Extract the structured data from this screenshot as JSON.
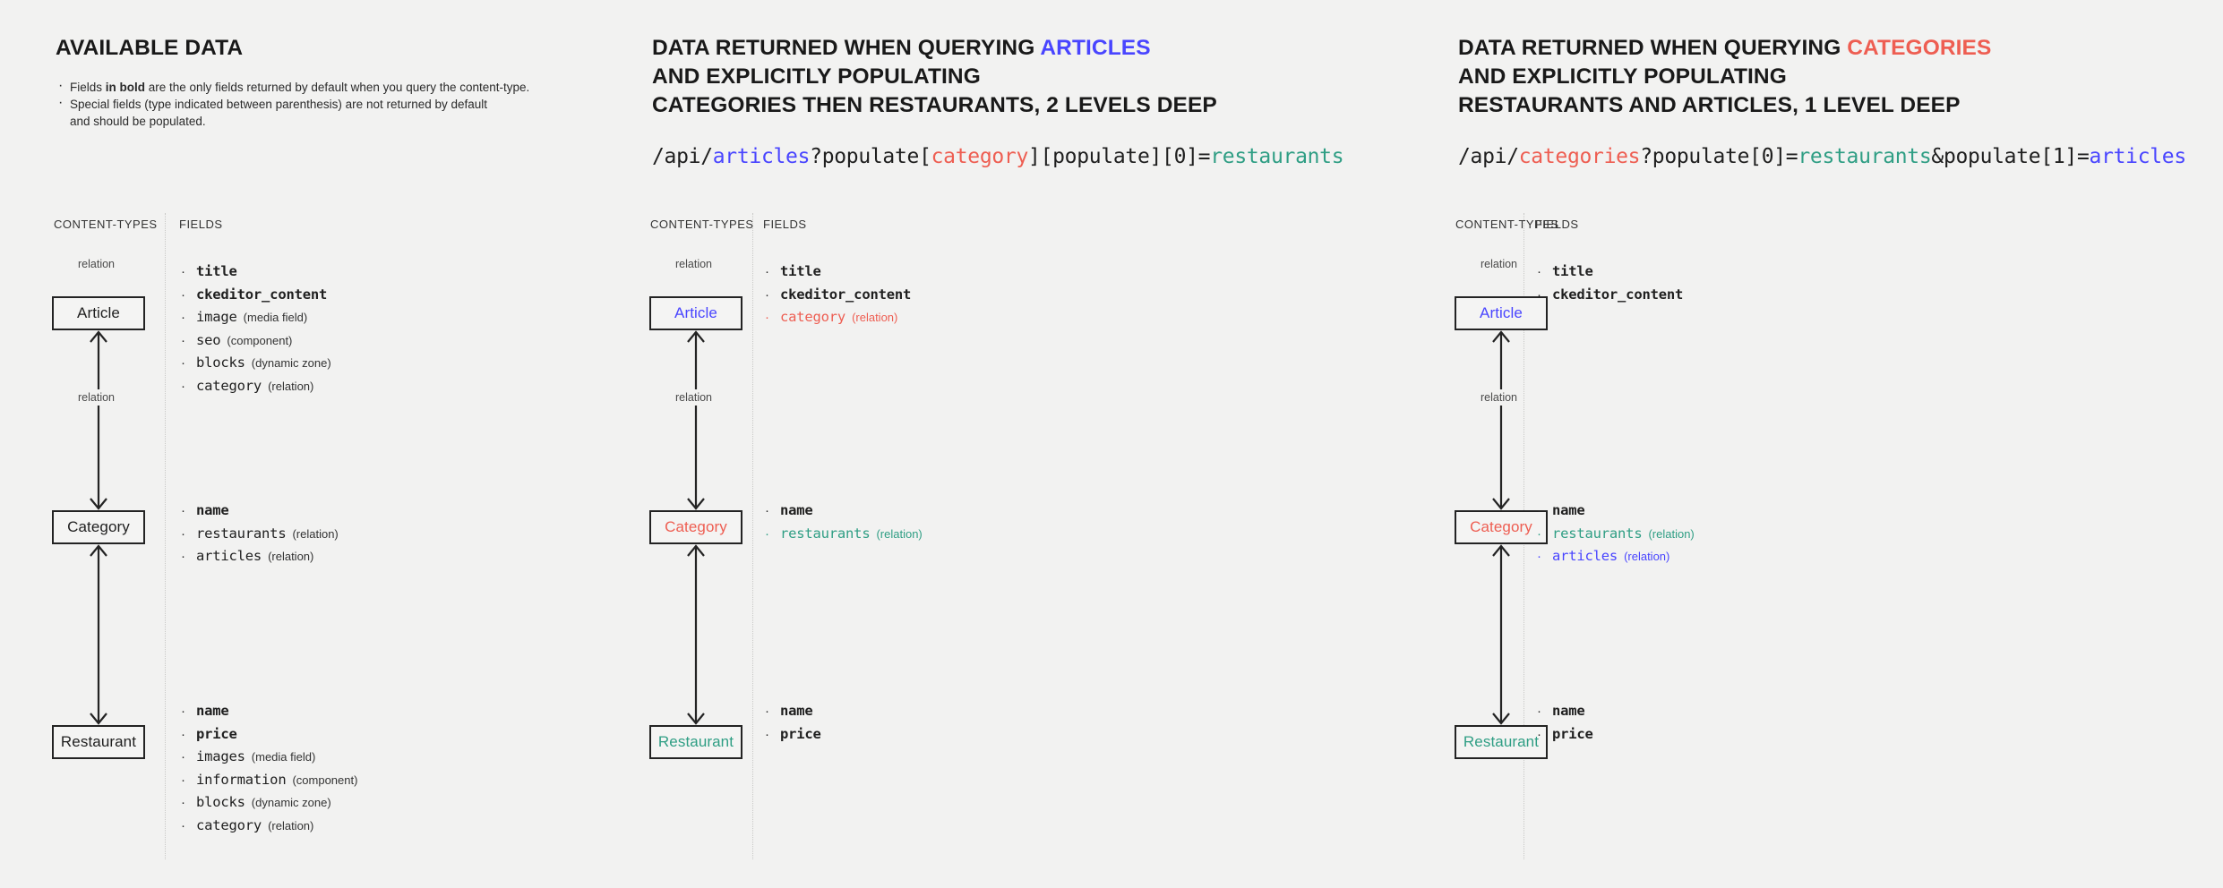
{
  "palette": {
    "background": "#f2f2f1",
    "text": "#1f1f1f",
    "blue": "#4945ff",
    "red": "#ee5e52",
    "teal": "#2f9e84",
    "box_border": "#232323",
    "divider": "#c9c9c7"
  },
  "labels": {
    "content_types": "CONTENT-TYPES",
    "fields": "FIELDS",
    "relation": "relation"
  },
  "columns": [
    {
      "id": "available-data",
      "title_parts": [
        {
          "text": "AVAILABLE DATA",
          "color": "default"
        }
      ],
      "notes": [
        {
          "pre": "Fields ",
          "bold": "in bold",
          "post": " are the only fields returned by default when you query the content-type."
        },
        {
          "pre": "Special fields (type indicated between parenthesis) are not returned by default",
          "bold": "",
          "post": ""
        },
        {
          "pre": "and should be populated.",
          "bold": "",
          "post": "",
          "indent": true
        }
      ],
      "endpoint": [],
      "entities": [
        {
          "name": "Article",
          "color": "default"
        },
        {
          "name": "Category",
          "color": "default"
        },
        {
          "name": "Restaurant",
          "color": "default"
        }
      ],
      "field_groups": [
        {
          "for": "Article",
          "rows": [
            {
              "name": "title",
              "type": "",
              "bold": true,
              "color": "default"
            },
            {
              "name": "ckeditor_content",
              "type": "",
              "bold": true,
              "color": "default"
            },
            {
              "name": "image",
              "type": "(media field)",
              "bold": false,
              "color": "default"
            },
            {
              "name": "seo",
              "type": "(component)",
              "bold": false,
              "color": "default"
            },
            {
              "name": "blocks",
              "type": "(dynamic zone)",
              "bold": false,
              "color": "default"
            },
            {
              "name": "category",
              "type": "(relation)",
              "bold": false,
              "color": "default"
            }
          ]
        },
        {
          "for": "Category",
          "rows": [
            {
              "name": "name",
              "type": "",
              "bold": true,
              "color": "default"
            },
            {
              "name": "restaurants",
              "type": "(relation)",
              "bold": false,
              "color": "default"
            },
            {
              "name": "articles",
              "type": "(relation)",
              "bold": false,
              "color": "default"
            }
          ]
        },
        {
          "for": "Restaurant",
          "rows": [
            {
              "name": "name",
              "type": "",
              "bold": true,
              "color": "default"
            },
            {
              "name": "price",
              "type": "",
              "bold": true,
              "color": "default"
            },
            {
              "name": "images",
              "type": "(media field)",
              "bold": false,
              "color": "default"
            },
            {
              "name": "information",
              "type": "(component)",
              "bold": false,
              "color": "default"
            },
            {
              "name": "blocks",
              "type": "(dynamic zone)",
              "bold": false,
              "color": "default"
            },
            {
              "name": "category",
              "type": "(relation)",
              "bold": false,
              "color": "default"
            }
          ]
        }
      ]
    },
    {
      "id": "query-articles",
      "title_parts": [
        {
          "text": "DATA RETURNED WHEN QUERYING ",
          "color": "default"
        },
        {
          "text": "ARTICLES",
          "color": "blue"
        },
        {
          "text": "\nAND EXPLICITLY POPULATING\nCATEGORIES THEN RESTAURANTS, 2 LEVELS DEEP",
          "color": "default"
        }
      ],
      "notes": [],
      "endpoint": [
        {
          "text": "/api/",
          "color": "default"
        },
        {
          "text": "articles",
          "color": "blue"
        },
        {
          "text": "?populate[",
          "color": "default"
        },
        {
          "text": "category",
          "color": "red"
        },
        {
          "text": "][populate][0]=",
          "color": "default"
        },
        {
          "text": "restaurants",
          "color": "teal"
        }
      ],
      "entities": [
        {
          "name": "Article",
          "color": "blue"
        },
        {
          "name": "Category",
          "color": "red"
        },
        {
          "name": "Restaurant",
          "color": "teal"
        }
      ],
      "field_groups": [
        {
          "for": "Article",
          "rows": [
            {
              "name": "title",
              "type": "",
              "bold": true,
              "color": "default"
            },
            {
              "name": "ckeditor_content",
              "type": "",
              "bold": true,
              "color": "default"
            },
            {
              "name": "category",
              "type": "(relation)",
              "bold": false,
              "color": "red"
            }
          ]
        },
        {
          "for": "Category",
          "rows": [
            {
              "name": "name",
              "type": "",
              "bold": true,
              "color": "default"
            },
            {
              "name": "restaurants",
              "type": "(relation)",
              "bold": false,
              "color": "teal"
            }
          ]
        },
        {
          "for": "Restaurant",
          "rows": [
            {
              "name": "name",
              "type": "",
              "bold": true,
              "color": "default"
            },
            {
              "name": "price",
              "type": "",
              "bold": true,
              "color": "default"
            }
          ]
        }
      ]
    },
    {
      "id": "query-categories",
      "title_parts": [
        {
          "text": "DATA RETURNED WHEN QUERYING ",
          "color": "default"
        },
        {
          "text": "CATEGORIES",
          "color": "red"
        },
        {
          "text": "\nAND EXPLICITLY POPULATING\nRESTAURANTS AND ARTICLES, 1 LEVEL DEEP",
          "color": "default"
        }
      ],
      "notes": [],
      "endpoint": [
        {
          "text": "/api/",
          "color": "default"
        },
        {
          "text": "categories",
          "color": "red"
        },
        {
          "text": "?populate[0]=",
          "color": "default"
        },
        {
          "text": "restaurants",
          "color": "teal"
        },
        {
          "text": "&populate[1]=",
          "color": "default"
        },
        {
          "text": "articles",
          "color": "blue"
        }
      ],
      "entities": [
        {
          "name": "Article",
          "color": "blue"
        },
        {
          "name": "Category",
          "color": "red"
        },
        {
          "name": "Restaurant",
          "color": "teal"
        }
      ],
      "field_groups": [
        {
          "for": "Article",
          "rows": [
            {
              "name": "title",
              "type": "",
              "bold": true,
              "color": "default"
            },
            {
              "name": "ckeditor_content",
              "type": "",
              "bold": true,
              "color": "default"
            }
          ]
        },
        {
          "for": "Category",
          "rows": [
            {
              "name": "name",
              "type": "",
              "bold": true,
              "color": "default"
            },
            {
              "name": "restaurants",
              "type": "(relation)",
              "bold": false,
              "color": "teal"
            },
            {
              "name": "articles",
              "type": "(relation)",
              "bold": false,
              "color": "blue"
            }
          ]
        },
        {
          "for": "Restaurant",
          "rows": [
            {
              "name": "name",
              "type": "",
              "bold": true,
              "color": "default"
            },
            {
              "name": "price",
              "type": "",
              "bold": true,
              "color": "default"
            }
          ]
        }
      ]
    }
  ]
}
